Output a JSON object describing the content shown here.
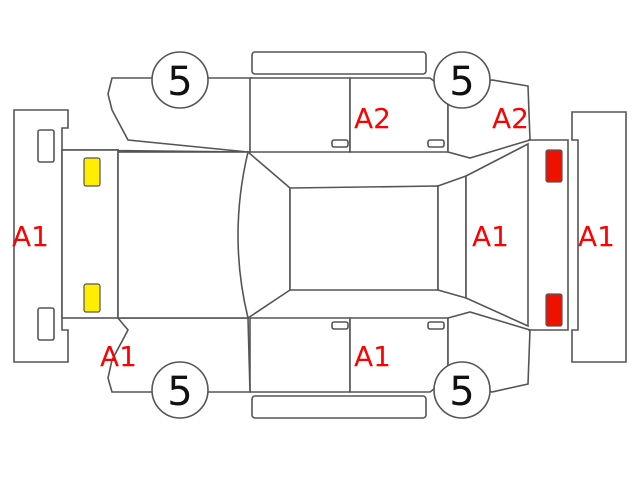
{
  "colors": {
    "code": "#ff0000",
    "front_lamp": "#ffee00",
    "rear_lamp": "#ee1100",
    "outline": "#555555"
  },
  "wheels": {
    "front_left": "5",
    "rear_left": "5",
    "front_right": "5",
    "rear_right": "5"
  },
  "codes": {
    "front_bumper": "A1",
    "front_right_fender": "A1",
    "right_doors": "A1",
    "rear_glass": "A1",
    "rear_bumper": "A1",
    "left_doors": "A2",
    "rear_left_quarter": "A2"
  }
}
